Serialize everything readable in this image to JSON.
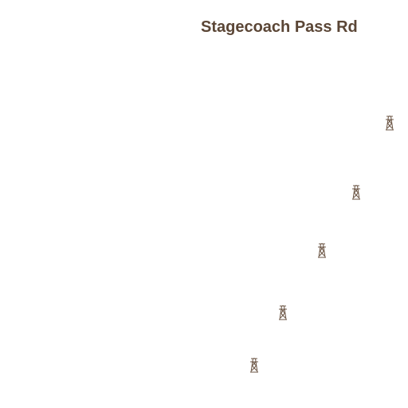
{
  "map": {
    "road_label": "Stagecoach Pass Rd",
    "label_color": "#5b4636",
    "background_color": "#ffffff",
    "symbol_color": "#6b5544",
    "features": [
      {
        "type": "power-tower",
        "icon": "power-tower-icon"
      },
      {
        "type": "power-tower",
        "icon": "power-tower-icon"
      },
      {
        "type": "power-tower",
        "icon": "power-tower-icon"
      },
      {
        "type": "power-tower",
        "icon": "power-tower-icon"
      },
      {
        "type": "power-tower",
        "icon": "power-tower-icon"
      }
    ]
  }
}
